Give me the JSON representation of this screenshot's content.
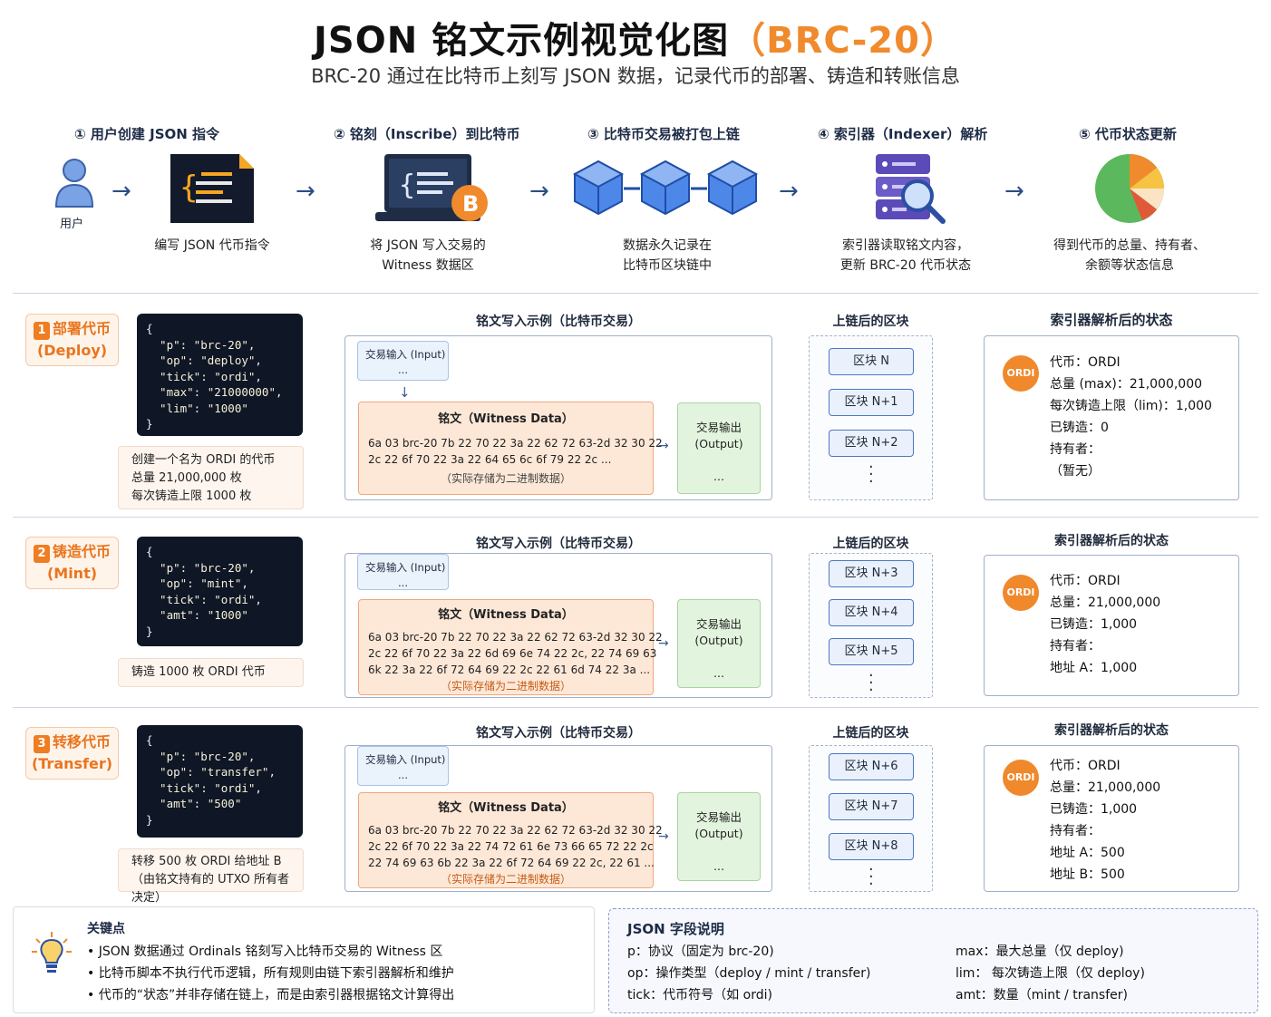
{
  "title_main": "JSON 铭文示例视觉化图",
  "title_accent": "（BRC-20）",
  "subtitle": "BRC-20 通过在比特币上刻写 JSON 数据，记录代币的部署、铸造和转账信息",
  "flow": {
    "steps": [
      {
        "title": "① 用户创建 JSON 指令",
        "desc": [
          "编写 JSON 代币指令"
        ],
        "icon_label": "用户"
      },
      {
        "title": "② 铭刻（Inscribe）到比特币",
        "desc": [
          "将 JSON 写入交易的",
          "Witness 数据区"
        ]
      },
      {
        "title": "③ 比特币交易被打包上链",
        "desc": [
          "数据永久记录在",
          "比特币区块链中"
        ]
      },
      {
        "title": "④ 索引器（Indexer）解析",
        "desc": [
          "索引器读取铭文内容，",
          "更新 BRC-20 代币状态"
        ]
      },
      {
        "title": "⑤ 代币状态更新",
        "desc": [
          "得到代币的总量、持有者、",
          "余额等状态信息"
        ]
      }
    ]
  },
  "colors": {
    "accent": "#f08a2c",
    "navy": "#1d2b46",
    "block_border": "#4b78c4"
  },
  "rows": [
    {
      "num": "1",
      "label": "部署代币",
      "label_en": "(Deploy)",
      "code": [
        "{",
        "  \"p\": \"brc-20\",",
        "  \"op\": \"deploy\",",
        "  \"tick\": \"ordi\",",
        "  \"max\": \"21000000\",",
        "  \"lim\": \"1000\"",
        "}"
      ],
      "note": [
        "创建一个名为 ORDI 的代币",
        "总量 21,000,000   枚",
        "每次铸造上限 1000 枚"
      ],
      "tx_head": "铭文写入示例（比特币交易）",
      "tx_input": "交易输入 (Input)",
      "tx_input_dots": "...",
      "witness_title": "铭文（Witness Data）",
      "witness_hex": [
        "6a 03 brc-20 7b 22 70 22 3a 22 62 72 63-2d 32 30 22",
        "2c 22 6f 70 22 3a 22 64 65 6c 6f 79 22 2c ..."
      ],
      "witness_note": "（实际存储为二进制数据）",
      "tx_output": "交易输出",
      "tx_output_en": "(Output)",
      "tx_output_dots": "...",
      "chain_head": "上链后的区块",
      "blocks": [
        "区块 N",
        "区块 N+1",
        "区块 N+2"
      ],
      "state_head": "索引器解析后的状态",
      "ordi": "ORDI",
      "state": [
        "代币：ORDI",
        "总量 (max)：21,000,000",
        "每次铸造上限（lim)：1,000",
        "已铸造：0",
        "持有者：",
        "（暂无）"
      ]
    },
    {
      "num": "2",
      "label": "铸造代币",
      "label_en": "(Mint)",
      "code": [
        "{",
        "  \"p\": \"brc-20\",",
        "  \"op\": \"mint\",",
        "  \"tick\": \"ordi\",",
        "  \"amt\": \"1000\"",
        "}"
      ],
      "note": [
        "铸造 1000 枚 ORDI 代币"
      ],
      "tx_head": "铭文写入示例（比特币交易）",
      "tx_input": "交易输入 (Input)",
      "tx_input_dots": "...",
      "witness_title": "铭文（Witness Data）",
      "witness_hex": [
        "6a 03 brc-20 7b 22 70 22 3a 22 62 72 63-2d 32 30 22",
        "2c 22 6f 70 22 3a 22 6d 69 6e 74 22 2c, 22 74 69 63",
        "6k 22 3a 22 6f 72 64 69 22 2c 22 61 6d 74 22 3a ..."
      ],
      "witness_note": "（实际存储为二进制数据）",
      "tx_output": "交易输出",
      "tx_output_en": "(Output)",
      "tx_output_dots": "...",
      "chain_head": "上链后的区块",
      "blocks": [
        "区块 N+3",
        "区块 N+4",
        "区块 N+5"
      ],
      "state_head": "索引器解析后的状态",
      "ordi": "ORDI",
      "state": [
        "代币：ORDI",
        "总量：21,000,000",
        "已铸造：1,000",
        "持有者：",
        "地址 A：1,000"
      ]
    },
    {
      "num": "3",
      "label": "转移代币",
      "label_en": "(Transfer)",
      "code": [
        "{",
        "  \"p\": \"brc-20\",",
        "  \"op\": \"transfer\",",
        "  \"tick\": \"ordi\",",
        "  \"amt\": \"500\"",
        "}"
      ],
      "note": [
        "转移 500 枚 ORDI 给地址 B",
        "（由铭文持有的 UTXO 所有者决定）"
      ],
      "tx_head": "铭文写入示例（比特币交易）",
      "tx_input": "交易输入 (Input)",
      "tx_input_dots": "...",
      "witness_title": "铭文（Witness Data）",
      "witness_hex": [
        "6a 03 brc-20 7b 22 70 22 3a 22 62 72 63-2d 32 30 22",
        "2c 22 6f 70 22 3a 22 74 72 61 6e 73 66 65 72 22 2c",
        "22 74 69 63 6b 22 3a 22 6f 72 64 69 22 2c, 22 61 ..."
      ],
      "witness_note": "（实际存储为二进制数据）",
      "tx_output": "交易输出",
      "tx_output_en": "(Output)",
      "tx_output_dots": "...",
      "chain_head": "上链后的区块",
      "blocks": [
        "区块 N+6",
        "区块 N+7",
        "区块 N+8"
      ],
      "state_head": "索引器解析后的状态",
      "ordi": "ORDI",
      "state": [
        "代币：ORDI",
        "总量：21,000,000",
        "已铸造：1,000",
        "持有者：",
        "地址 A：500",
        "地址 B：500"
      ]
    }
  ],
  "key_points": {
    "title": "关键点",
    "items": [
      "• JSON 数据通过 Ordinals 铭刻写入比特币交易的 Witness 区",
      "• 比特币脚本不执行代币逻辑，所有规则由链下索引器解析和维护",
      "• 代币的“状态”并非存储在链上，而是由索引器根据铭文计算得出"
    ]
  },
  "fields": {
    "title": "JSON 字段说明",
    "left": [
      "p：协议（固定为 brc-20)",
      "op：操作类型（deploy / mint / transfer)",
      "tick：代币符号（如 ordi)"
    ],
    "right": [
      "max：最大总量（仅 deploy)",
      "lim：  每次铸造上限（仅 deploy)",
      "amt：数量（mint / transfer)"
    ]
  }
}
